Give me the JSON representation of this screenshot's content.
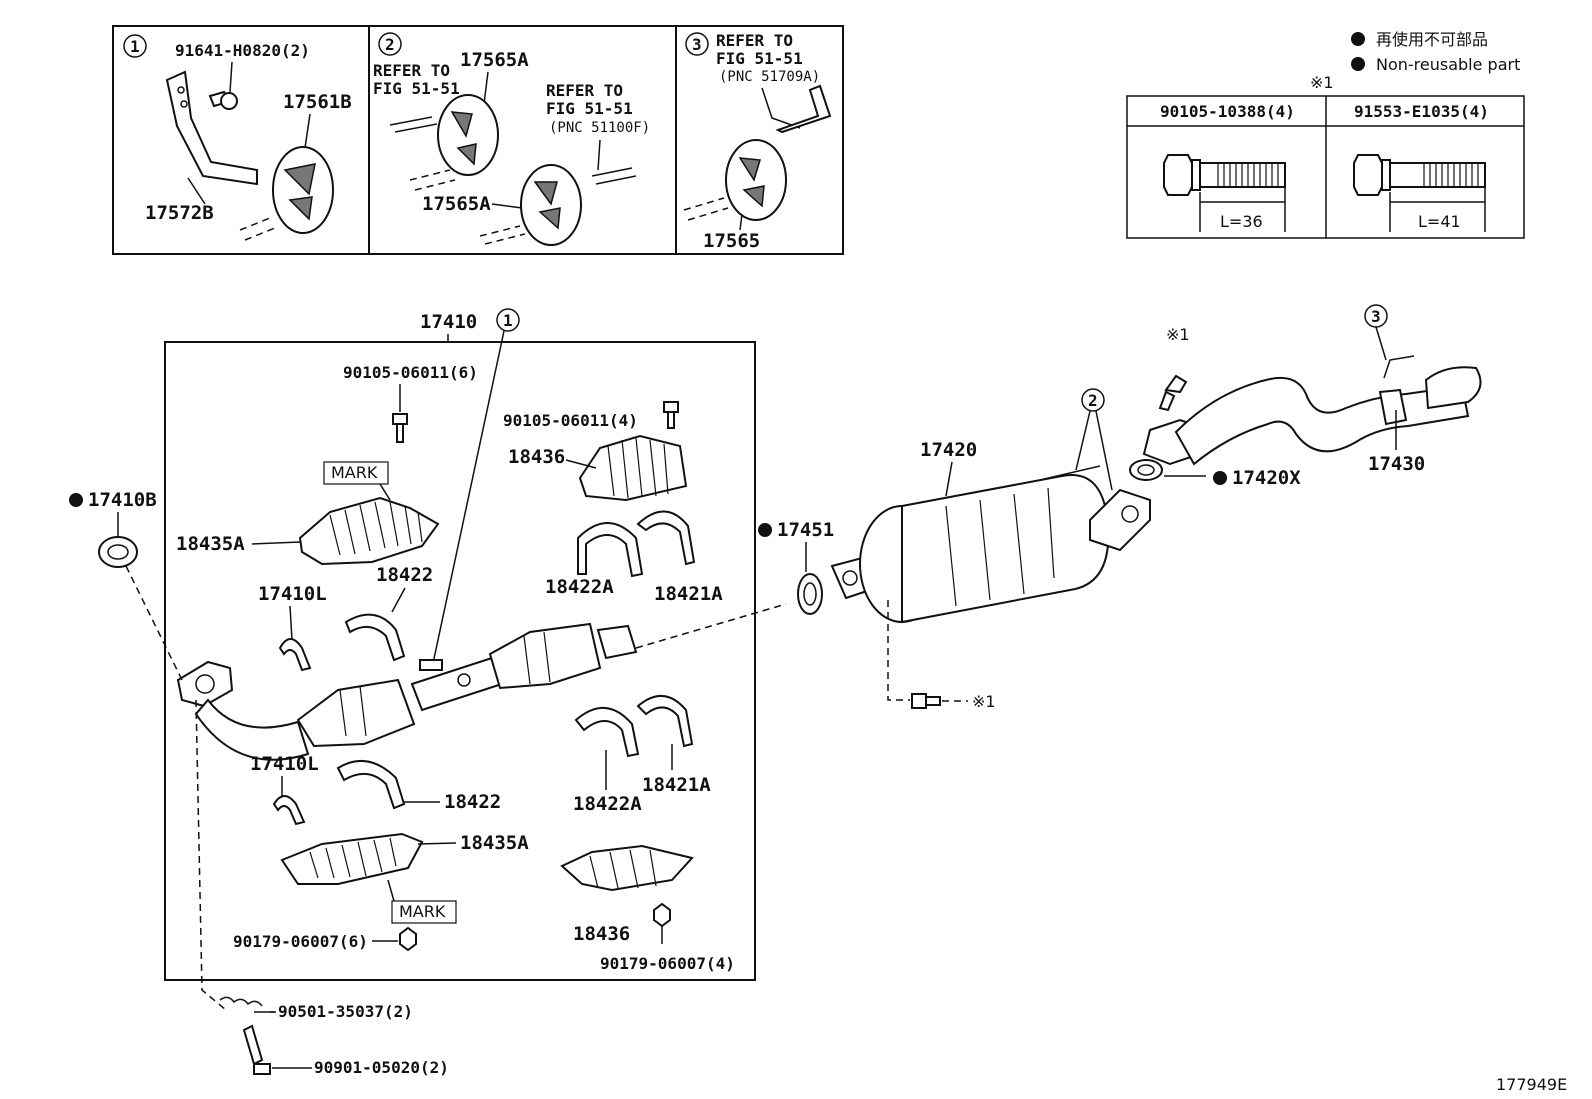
{
  "box1": {
    "num": "1",
    "bolt": "91641-H0820(2)",
    "mount": "17561B",
    "bracket": "17572B"
  },
  "box2": {
    "num": "2",
    "ref_a_1": "REFER TO",
    "ref_a_2": "FIG 51-51",
    "top": "17565A",
    "ref_b_1": "REFER TO",
    "ref_b_2": "FIG 51-51",
    "ref_b_3": "(PNC 51100F)",
    "bottom": "17565A"
  },
  "box3": {
    "num": "3",
    "ref_1": "REFER TO",
    "ref_2": "FIG 51-51",
    "ref_3": "(PNC 51709A)",
    "mount": "17565"
  },
  "legend": {
    "jp": "再使用不可部品",
    "en": "Non-reusable part"
  },
  "bolt_table": {
    "mark": "※1",
    "col1": "90105-10388(4)",
    "col2": "91553-E1035(4)",
    "len1": "L=36",
    "len2": "L=41"
  },
  "main": {
    "assy": "17410",
    "assy_circle": "1",
    "bolt_top_left": "90105-06011(6)",
    "bolt_top_right": "90105-06011(4)",
    "mark_top": "MARK",
    "mark_bottom": "MARK",
    "ins_top_right": "18436",
    "ins_top_left": "18435A",
    "clamp_a": "18422",
    "clamp_b": "18422A",
    "clamp_c": "18421A",
    "clip_top": "17410L",
    "clip_bottom": "17410L",
    "clamp_d": "18422",
    "clamp_e": "18422A",
    "clamp_f": "18421A",
    "ins_bottom_left": "18435A",
    "ins_bottom_right": "18436",
    "nut_left": "90179-06007(6)",
    "nut_right": "90179-06007(4)"
  },
  "outside": {
    "gasket_left": "17410B",
    "spring": "90501-35037(2)",
    "bolt_bottom": "90901-05020(2)",
    "gasket_mid": "17451",
    "muffler": "17420",
    "circle2": "2",
    "bolt_mark": "※1",
    "bolt_mark_mid": "※1",
    "gasket_right": "17420X",
    "tailpipe": "17430",
    "circle3": "3"
  },
  "figure_id": "177949E"
}
